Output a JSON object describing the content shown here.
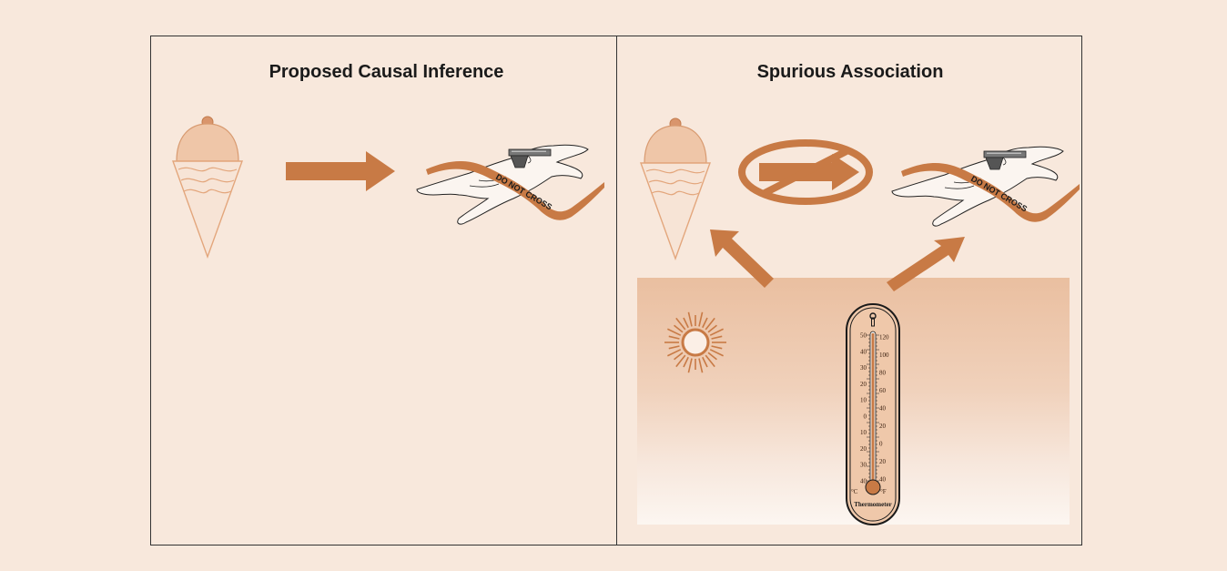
{
  "figure": {
    "left_panel": {
      "title": "Proposed Causal Inference",
      "icons": [
        "ice-cream-cone-icon",
        "right-arrow-icon",
        "crime-scene-hand-gun-icon"
      ],
      "tape_label": "DO NOT CROSS"
    },
    "right_panel": {
      "title": "Spurious Association",
      "icons": [
        "ice-cream-cone-icon",
        "no-causation-icon",
        "crime-scene-hand-gun-icon",
        "sun-icon",
        "thermometer-icon"
      ],
      "tape_label": "DO NOT CROSS",
      "thermometer": {
        "celsius_ticks": [
          "50",
          "40",
          "30",
          "20",
          "10",
          "0",
          "10",
          "20",
          "30",
          "40"
        ],
        "fahrenheit_ticks": [
          "120",
          "100",
          "80",
          "60",
          "40",
          "20",
          "0",
          "20",
          "40"
        ],
        "celsius_unit": "°C",
        "fahrenheit_unit": "°F",
        "caption": "Thermometer"
      }
    }
  },
  "colors": {
    "background": "#f8e8dc",
    "accent_orange": "#c87a45",
    "cone": "#f2c8aa",
    "scoop": "#edc0a2",
    "heat_top": "#eabfa0"
  }
}
